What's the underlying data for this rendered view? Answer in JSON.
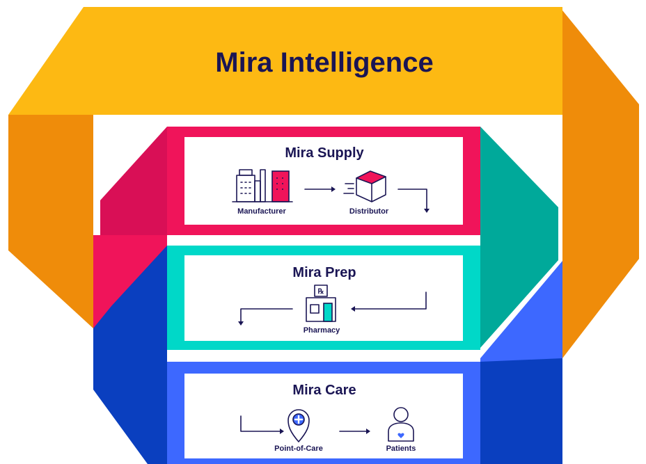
{
  "title": "Mira Intelligence",
  "stages": {
    "supply": {
      "title": "Mira Supply",
      "step1": "Manufacturer",
      "step2": "Distributor"
    },
    "prep": {
      "title": "Mira Prep",
      "step1": "Pharmacy"
    },
    "care": {
      "title": "Mira Care",
      "step1": "Point-of-Care",
      "step2": "Patients"
    }
  },
  "colors": {
    "intelligence": "#fdb913",
    "intelligence_side": "#ef8c0a",
    "supply": "#f0145a",
    "supply_side": "#d90f56",
    "prep": "#00d8c8",
    "prep_side": "#00a99a",
    "care": "#3d68ff",
    "care_side": "#0a3fbf",
    "text": "#1a1554"
  },
  "icons": [
    "factory-icon",
    "box-icon",
    "pharmacy-icon",
    "location-pin-icon",
    "patient-icon"
  ]
}
